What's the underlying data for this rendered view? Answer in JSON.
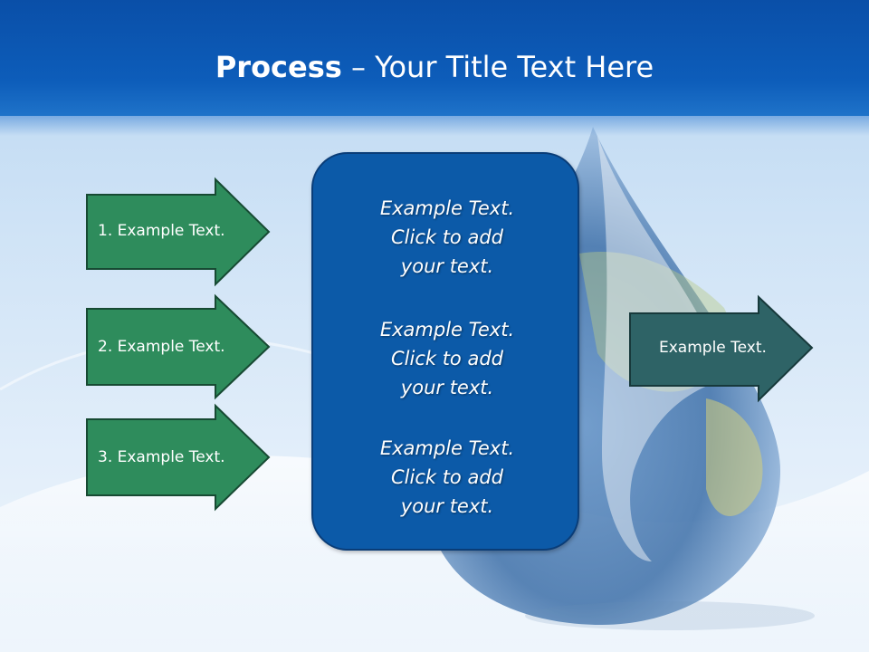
{
  "title": {
    "bold": "Process",
    "rest": " – Your Title Text Here"
  },
  "left_arrows": [
    {
      "label": "1. Example Text."
    },
    {
      "label": "2. Example Text."
    },
    {
      "label": "3. Example Text."
    }
  ],
  "center_box": {
    "paragraphs": [
      {
        "line1": "Example Text.",
        "line2": "Click  to add",
        "line3": "your text."
      },
      {
        "line1": "Example Text.",
        "line2": "Click  to add",
        "line3": "your text."
      },
      {
        "line1": "Example Text.",
        "line2": "Click  to add",
        "line3": "your text."
      }
    ]
  },
  "right_arrow": {
    "label": "Example Text."
  },
  "colors": {
    "title_bar": "#0d5dba",
    "green_arrow": "#2e8c5c",
    "dark_arrow": "#2e6366",
    "center_box": "#0c5aa8"
  },
  "background_image": "water-drop-globe"
}
